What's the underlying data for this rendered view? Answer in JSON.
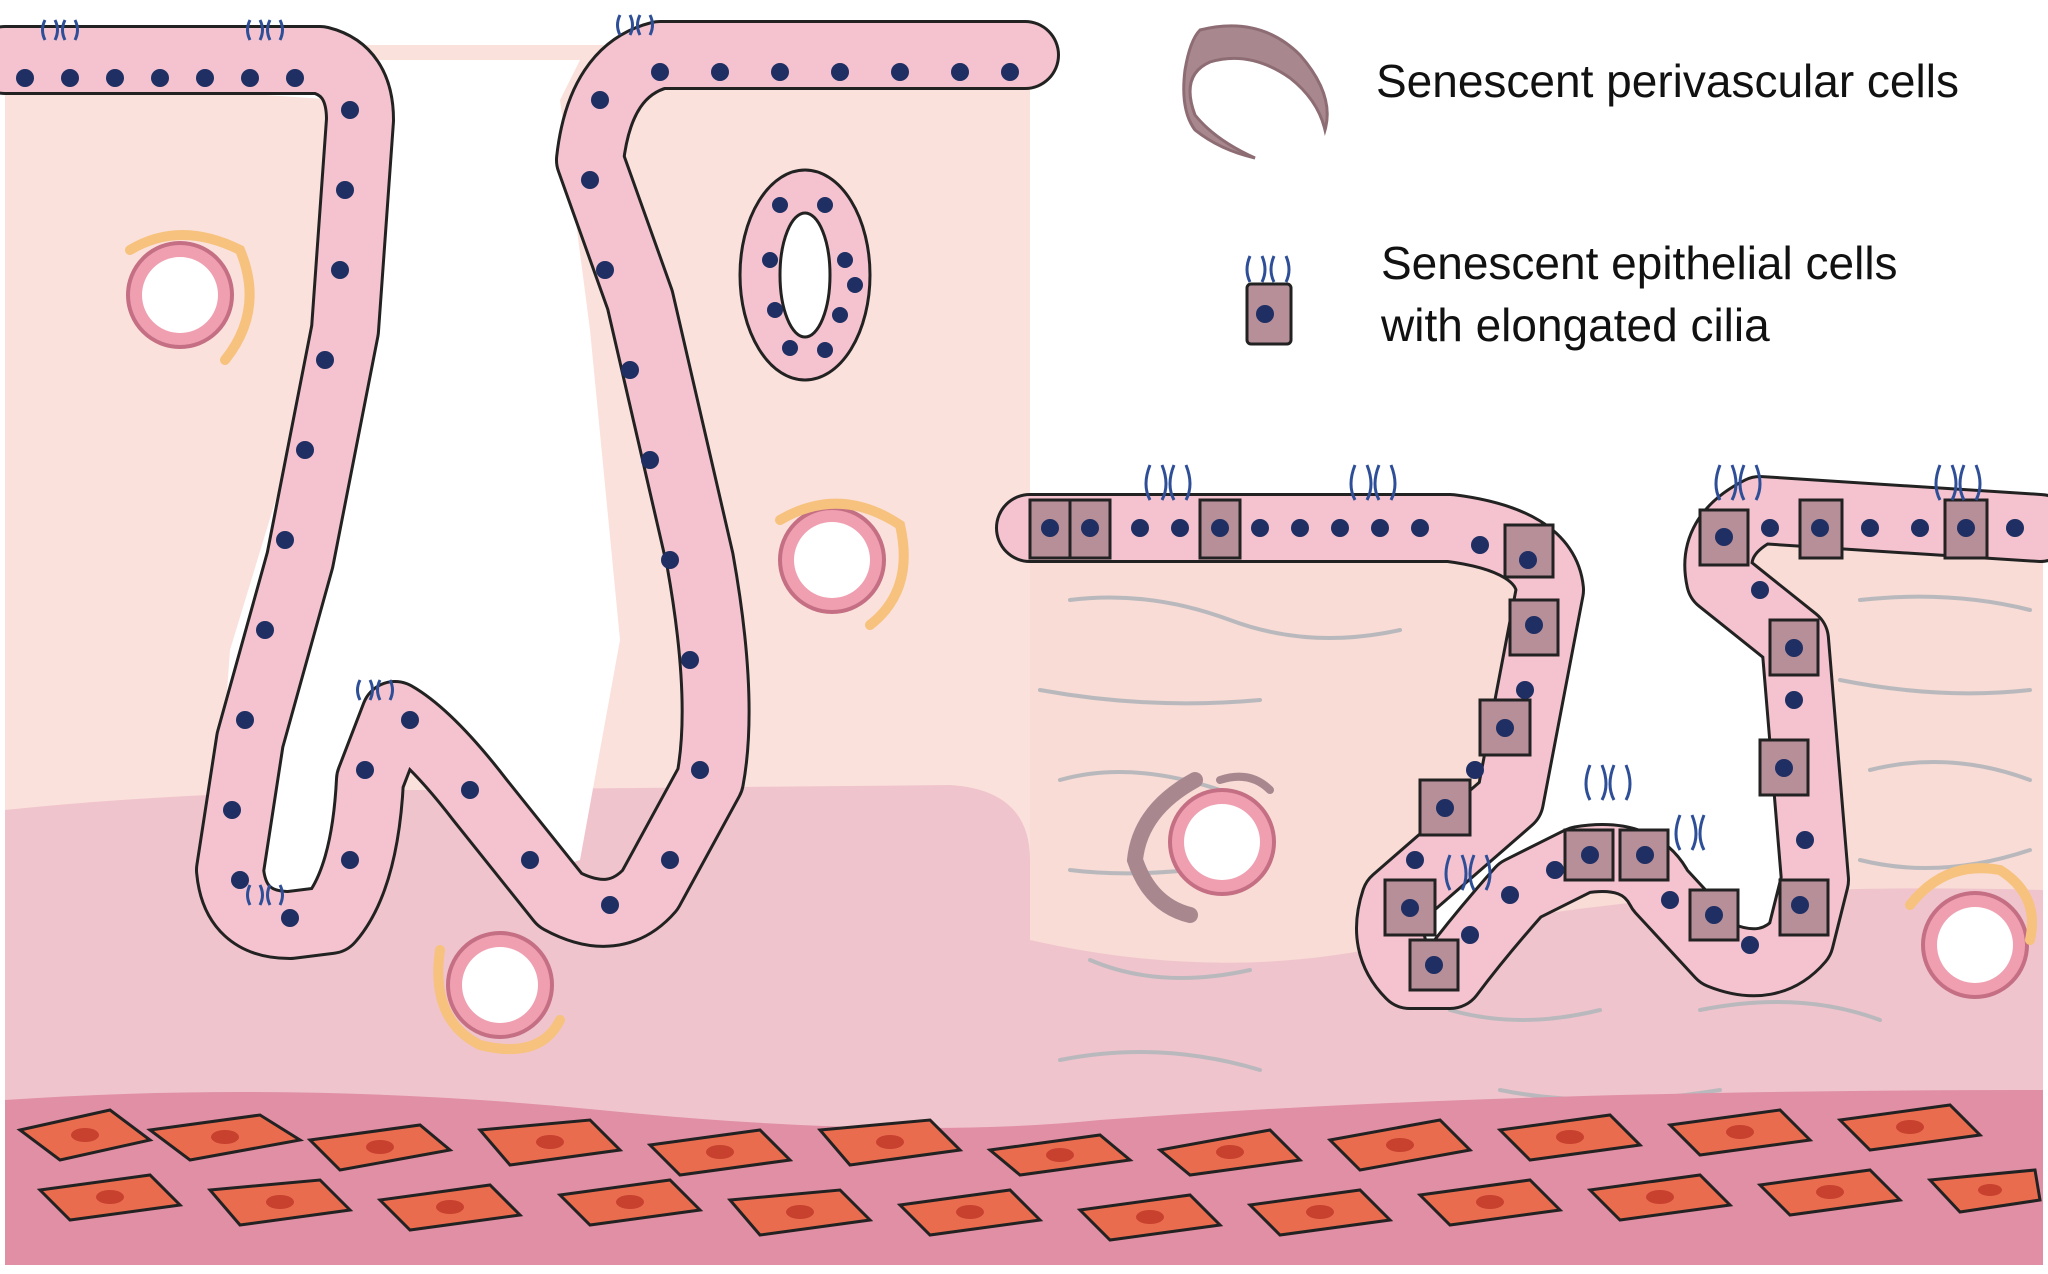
{
  "legend": {
    "perivascular": "Senescent perivascular cells",
    "epithelial_line1": "Senescent epithelial cells",
    "epithelial_line2": "with elongated cilia"
  },
  "colors": {
    "background": "#ffffff",
    "lamina_propria_young": "#fbe1dc",
    "lamina_propria_aged": "#f8dcd5",
    "deep_stroma": "#f0c4cd",
    "muscle_band": "#e08fa5",
    "smooth_muscle_cell": "#ea6c4f",
    "smooth_muscle_nucleus": "#c8402e",
    "epithelial_cell": "#f4c3cf",
    "senescent_epithelial_cell": "#b68f99",
    "nucleus": "#1f2e63",
    "cilia": "#2e4f98",
    "vessel_wall": "#ef9fb0",
    "pericyte": "#f6c27e",
    "senescent_pericyte": "#a8878f",
    "fibrosis_fiber": "#b9b9bd",
    "outline": "#222222"
  },
  "icons": [
    "senescent-pericyte-icon",
    "senescent-epithelial-cell-icon",
    "cilia-icon",
    "blood-vessel-icon",
    "smooth-muscle-cell-icon"
  ]
}
